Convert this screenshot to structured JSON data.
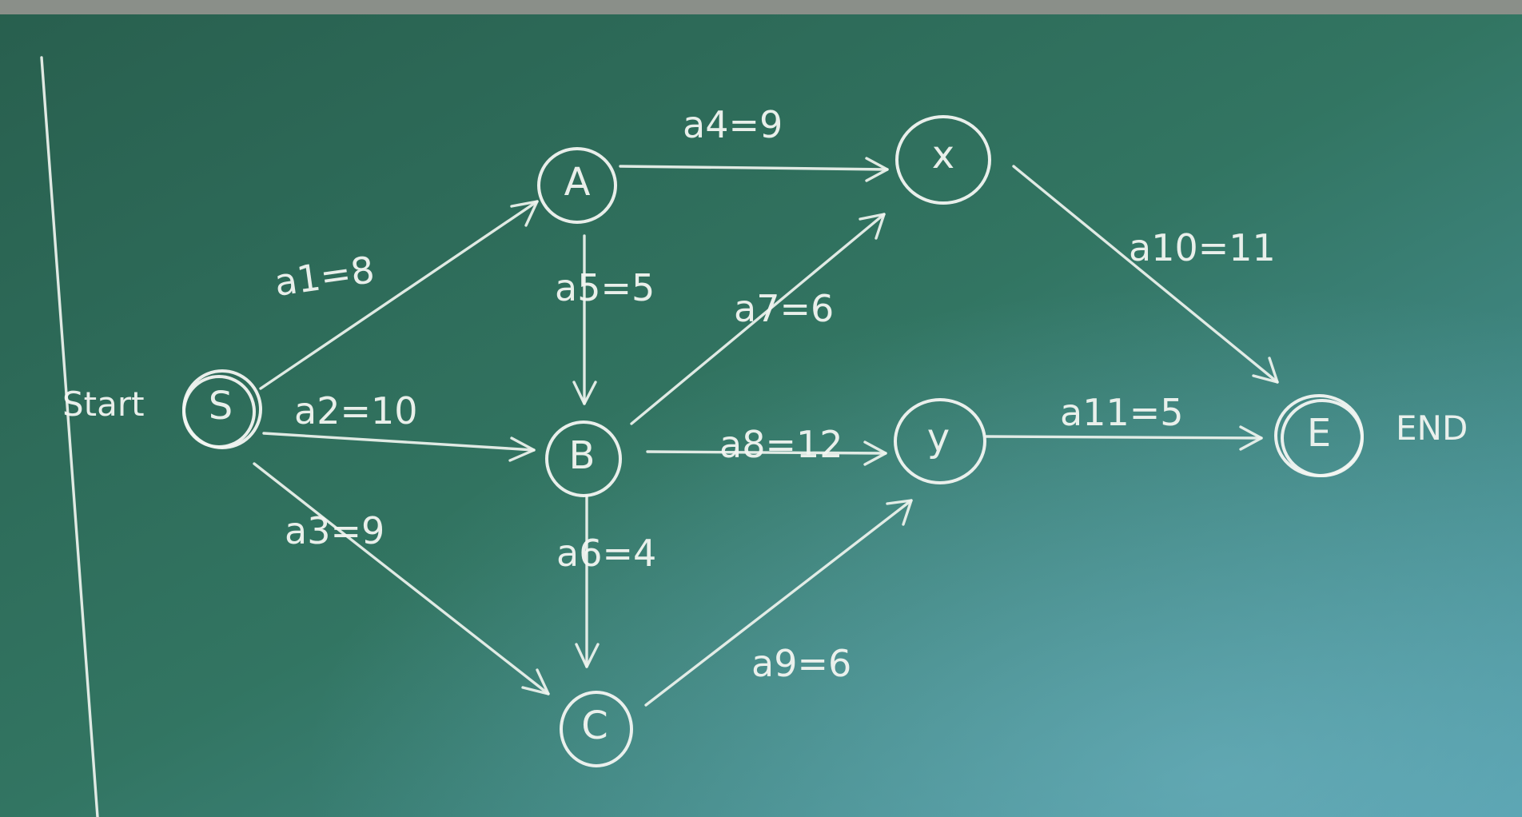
{
  "diagram": {
    "start_label": "Start",
    "end_label": "END",
    "nodes": [
      {
        "id": "S",
        "label": "S"
      },
      {
        "id": "A",
        "label": "A"
      },
      {
        "id": "B",
        "label": "B"
      },
      {
        "id": "C",
        "label": "C"
      },
      {
        "id": "X",
        "label": "x"
      },
      {
        "id": "Y",
        "label": "y"
      },
      {
        "id": "E",
        "label": "E"
      }
    ],
    "edges": [
      {
        "name": "a1",
        "label": "a1=8",
        "from": "S",
        "to": "A"
      },
      {
        "name": "a2",
        "label": "a2=10",
        "from": "S",
        "to": "B"
      },
      {
        "name": "a3",
        "label": "a3=9",
        "from": "S",
        "to": "C"
      },
      {
        "name": "a4",
        "label": "a4=9",
        "from": "A",
        "to": "X"
      },
      {
        "name": "a5",
        "label": "a5=5",
        "from": "A",
        "to": "B"
      },
      {
        "name": "a6",
        "label": "a6=4",
        "from": "B",
        "to": "C"
      },
      {
        "name": "a7",
        "label": "a7=6",
        "from": "B",
        "to": "X"
      },
      {
        "name": "a8",
        "label": "a8=12",
        "from": "B",
        "to": "Y"
      },
      {
        "name": "a9",
        "label": "a9=6",
        "from": "C",
        "to": "Y"
      },
      {
        "name": "a10",
        "label": "a10=11",
        "from": "X",
        "to": "E"
      },
      {
        "name": "a11",
        "label": "a11=5",
        "from": "Y",
        "to": "E"
      }
    ]
  }
}
